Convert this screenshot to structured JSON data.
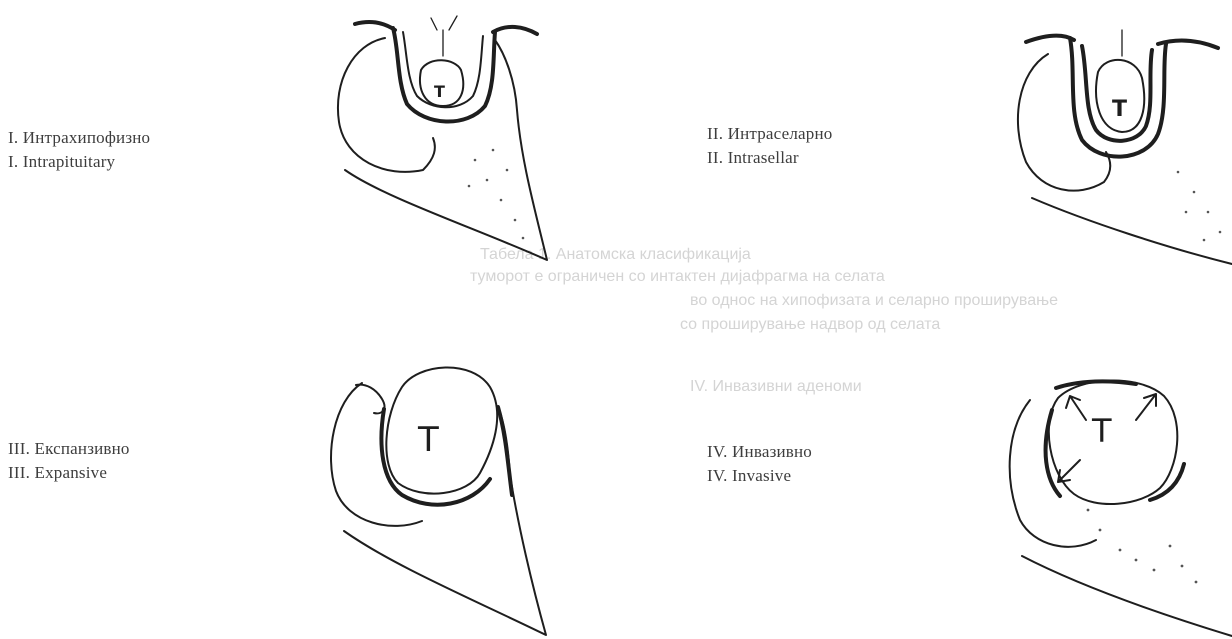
{
  "stages": [
    {
      "id": "I",
      "label_mk": "I. Интрахипофизно",
      "label_en": "I. Intrapituitary",
      "tumor_mark": "T"
    },
    {
      "id": "II",
      "label_mk": "II. Интраселарно",
      "label_en": "II. Intrasellar",
      "tumor_mark": "T"
    },
    {
      "id": "III",
      "label_mk": "III. Експанзивно",
      "label_en": "III. Expansive",
      "tumor_mark": "T"
    },
    {
      "id": "IV",
      "label_mk": "IV. Инвазивно",
      "label_en": "IV. Invasive",
      "tumor_mark": "T"
    }
  ],
  "bleed_through": {
    "line1": "Табела 1. Анатомска класификација",
    "line2": "туморот е ограничен со интактен дијафрагма на селата",
    "line3": "во однос на хипофизата и селарно проширување",
    "line4": "со проширување надвор од селата",
    "line5": "IV. Инвазивни аденоми"
  }
}
